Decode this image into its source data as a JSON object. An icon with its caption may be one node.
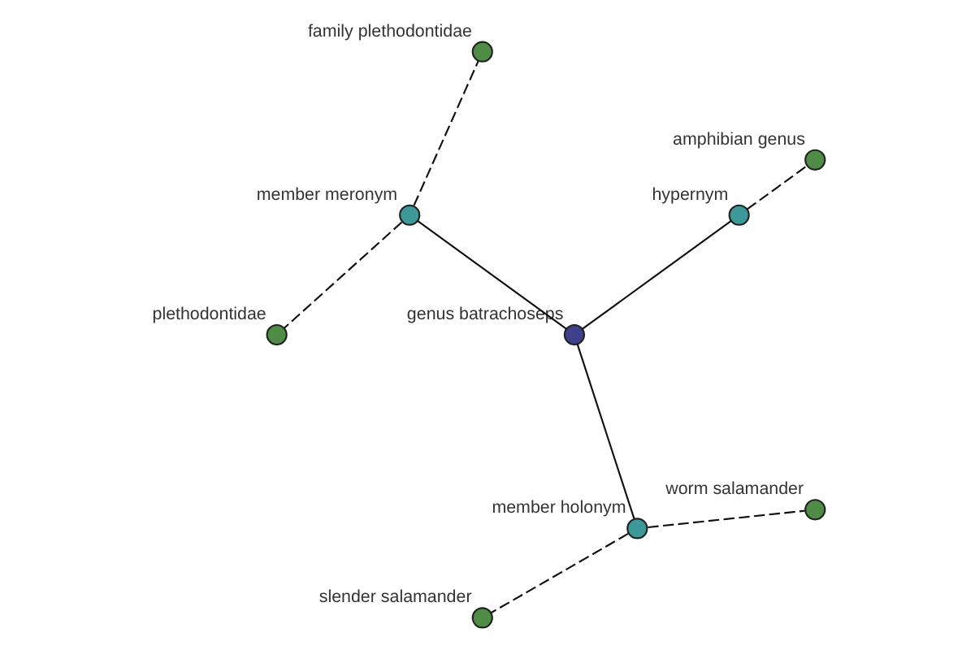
{
  "diagram": {
    "nodes": [
      {
        "text": [
          "amphibian genus"
        ]
      },
      {
        "text": [
          "family plethodontidae"
        ]
      },
      {
        "text": [
          "hypernym"
        ]
      },
      {
        "text": [
          "plethodontidae"
        ]
      },
      {
        "text": [
          "member meronym"
        ]
      },
      {
        "text": [
          "genus batrachoseps"
        ]
      },
      {
        "text": [
          "member holonym"
        ]
      },
      {
        "text": [
          "slender salamander"
        ]
      },
      {
        "text": [
          "worm salamander"
        ]
      }
    ],
    "edges": [
      {
        "from": 5,
        "to": 2,
        "arrow": "none"
      },
      {
        "from": 5,
        "to": 4,
        "arrow": "none"
      },
      {
        "from": 5,
        "to": 6,
        "arrow": "none"
      },
      {
        "from": 2,
        "to": 0,
        "arrow": "none",
        "style": "dashed"
      },
      {
        "from": 4,
        "to": 1,
        "arrow": "none",
        "style": "dashed"
      },
      {
        "from": 4,
        "to": 3,
        "arrow": "none",
        "style": "dashed"
      },
      {
        "from": 6,
        "to": 7,
        "arrow": "none",
        "style": "dashed"
      },
      {
        "from": 6,
        "to": 8,
        "arrow": "none",
        "style": "dashed"
      }
    ]
  }
}
